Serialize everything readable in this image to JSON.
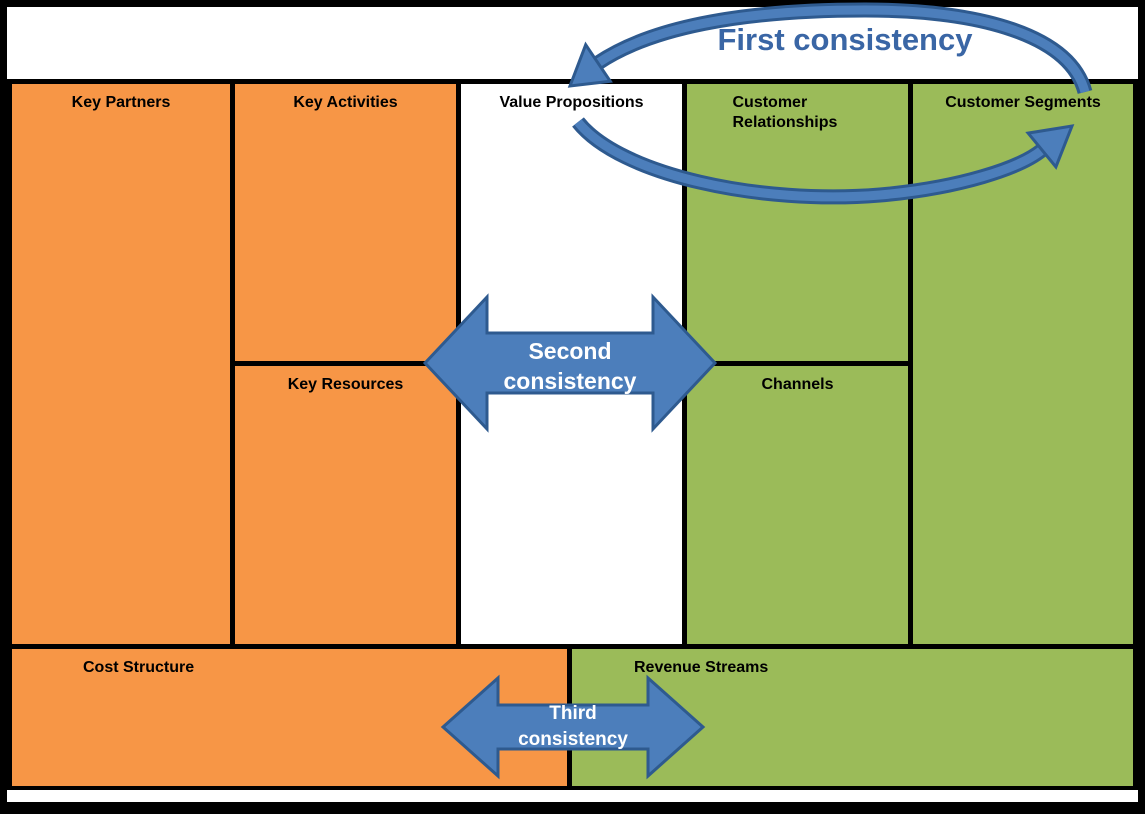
{
  "cells": {
    "key_partners": "Key Partners",
    "key_activities": "Key Activities",
    "key_resources": "Key Resources",
    "value_propositions": "Value Propositions",
    "customer_relationships": "Customer Relationships",
    "channels": "Channels",
    "customer_segments": "Customer Segments",
    "cost_structure": "Cost Structure",
    "revenue_streams": "Revenue Streams"
  },
  "arrows": {
    "first": {
      "label": "First consistency"
    },
    "second": {
      "label": "Second consistency",
      "line1": "Second",
      "line2": "consistency"
    },
    "third": {
      "label": "Third consistency",
      "line1": "Third",
      "line2": "consistency"
    }
  },
  "colors": {
    "orange": "#F79646",
    "green": "#9BBB59",
    "white_cell": "#FFFFFF",
    "arrow_fill": "#4C7EBB",
    "arrow_stroke": "#2E5A8F",
    "title_blue": "#3A66A5",
    "border": "#000000",
    "label": "#000000",
    "arrow_text": "#FFFFFF"
  }
}
